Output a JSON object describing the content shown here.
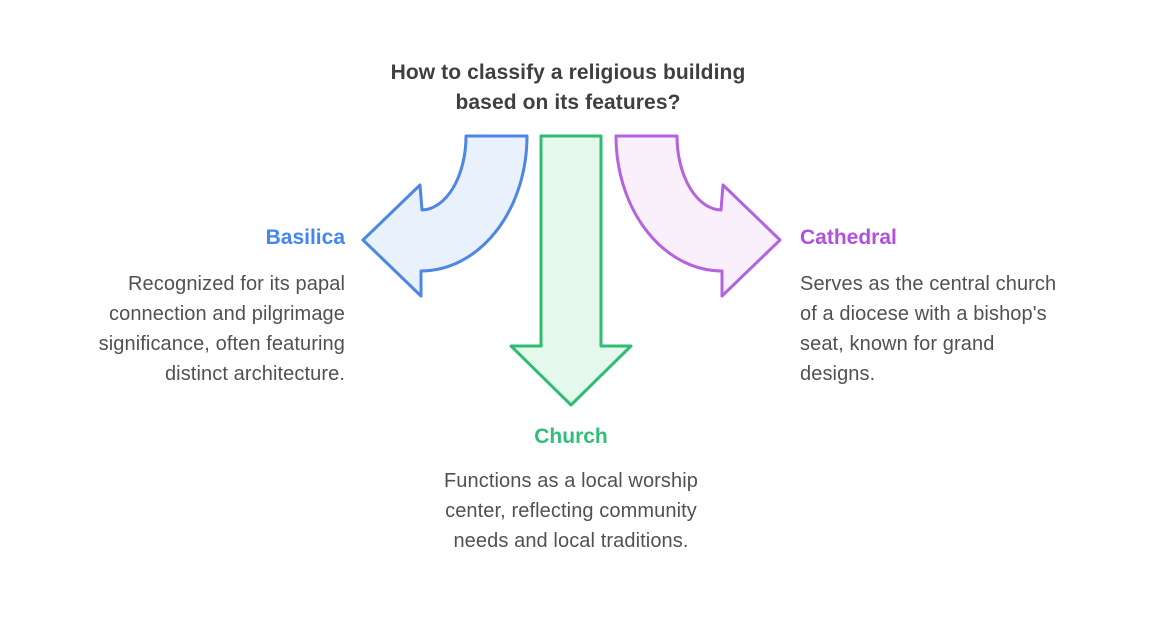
{
  "background": "#ffffff",
  "title": {
    "text": "How to classify a religious building\nbased on its features?",
    "color": "#3f3f3f"
  },
  "text_color": "#515151",
  "nodes": {
    "basilica": {
      "label": "Basilica",
      "label_color": "#4285f4",
      "description": "Recognized for its papal\nconnection and pilgrimage\nsignificance, often featuring\ndistinct architecture.",
      "arrow_fill": "#e9f1fd",
      "arrow_stroke": "#4d86e4",
      "direction": "left"
    },
    "church": {
      "label": "Church",
      "label_color": "#2fbf78",
      "description": "Functions as a local worship\ncenter, reflecting community\nneeds and local traditions.",
      "arrow_fill": "#e4f8ec",
      "arrow_stroke": "#2ebd72",
      "direction": "down"
    },
    "cathedral": {
      "label": "Cathedral",
      "label_color": "#b14fdf",
      "description": "Serves as the central church\nof a diocese with a bishop's\nseat, known for grand\ndesigns.",
      "arrow_fill": "#faf0fc",
      "arrow_stroke": "#b362e0",
      "direction": "right"
    }
  }
}
